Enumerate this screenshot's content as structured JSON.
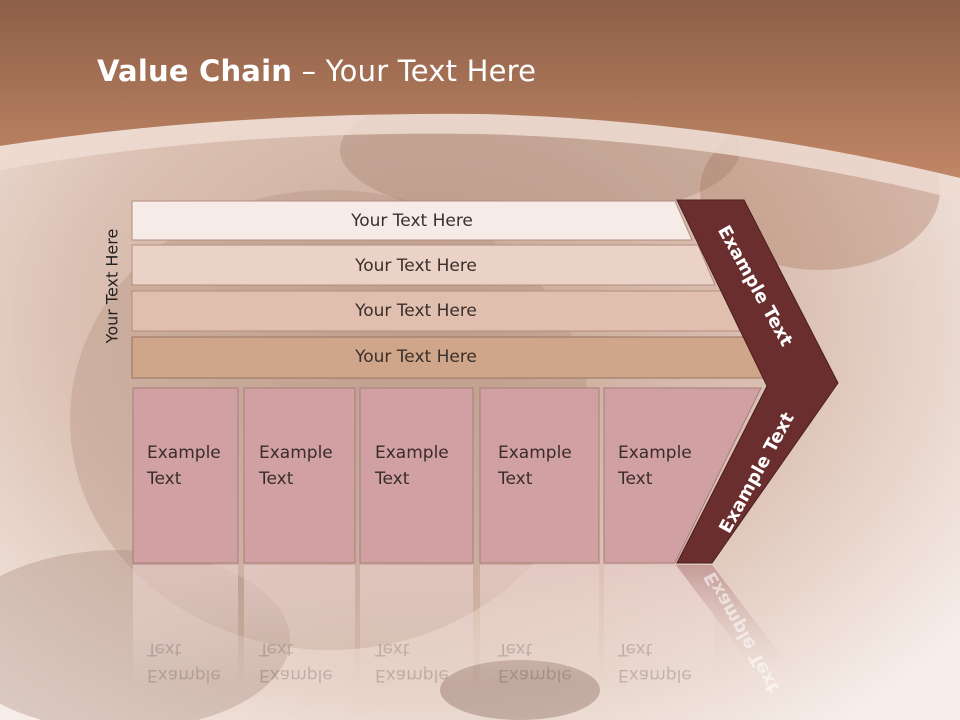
{
  "slide": {
    "title_bold": "Value Chain",
    "title_sep": " – ",
    "title_rest": "Your Text Here"
  },
  "side_label": "Your Text Here",
  "rows": [
    "Your Text Here",
    "Your Text Here",
    "Your Text Here",
    "Your Text Here"
  ],
  "columns": [
    [
      "Example",
      "Text"
    ],
    [
      "Example",
      "Text"
    ],
    [
      "Example",
      "Text"
    ],
    [
      "Example",
      "Text"
    ],
    [
      "Example",
      "Text"
    ]
  ],
  "chevron_labels": [
    "Example Text",
    "Example Text"
  ],
  "colors": {
    "header": "#b27b60",
    "chevron": "#6a2e2e",
    "column_fill": "#d1a0a2",
    "row_fills": [
      "#f6ebe6",
      "#ebd2c6",
      "#e0bfae",
      "#cfa689"
    ]
  }
}
